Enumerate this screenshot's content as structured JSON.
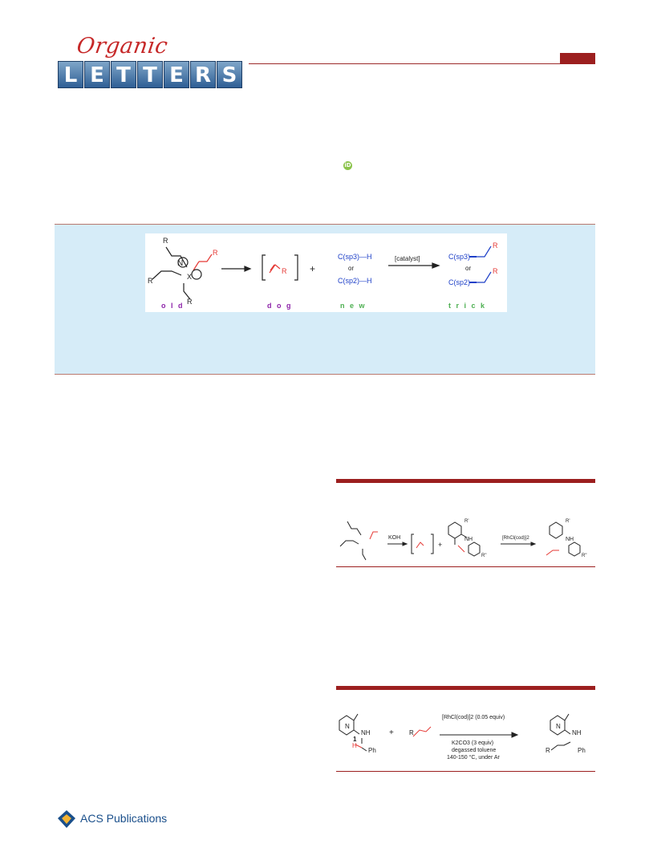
{
  "journal": {
    "script_text": "Organic",
    "tile_letters": [
      "L",
      "E",
      "T",
      "T",
      "E",
      "R",
      "S"
    ]
  },
  "orcid": {
    "label": "iD"
  },
  "toc": {
    "labels": [
      "o l d",
      "d o g",
      "n e w",
      "t r i c k"
    ],
    "label_colors": [
      "#8e24aa",
      "#8e24aa",
      "#4caf50",
      "#4caf50"
    ],
    "catalyst": "[catalyst]",
    "csp3_h": "C(sp3)—H",
    "csp2_h": "C(sp2)—H",
    "or": "or",
    "x_minus": "X",
    "r": "R"
  },
  "scheme1": {
    "koh": "KOH",
    "rh": "[RhCl(cod)]2",
    "r_prime": "R'",
    "r_dprime": "R\"",
    "nh": "NH"
  },
  "scheme2": {
    "compound": "1",
    "nh": "NH",
    "ph": "Ph",
    "conditions": [
      "[RhCl(cod)]2 (0.05 equiv)",
      "K2CO3 (3 equiv)",
      "degassed toluene",
      "140-150 °C, under Ar"
    ]
  },
  "publisher": {
    "name": "ACS Publications"
  },
  "colors": {
    "accent": "#9c1f1f",
    "toc_bg": "#d6ecf8",
    "red": "#e53935",
    "blue": "#1e40c8"
  }
}
